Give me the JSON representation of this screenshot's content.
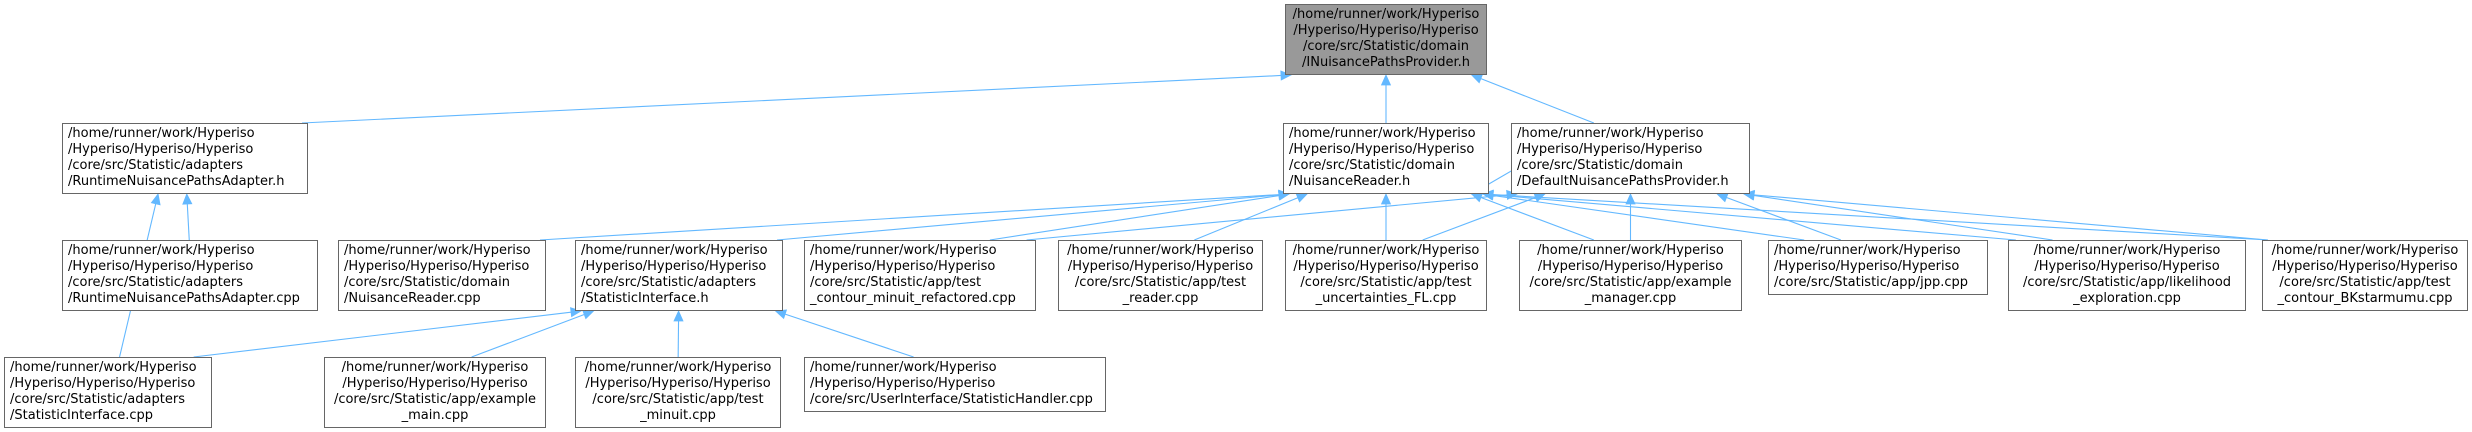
{
  "edge_color": "#63b8ff",
  "root_fill": "#999999",
  "node_border": "#666666",
  "nodes": {
    "inuisance_provider_h": [
      "/home/runner/work/Hyperiso",
      "/Hyperiso/Hyperiso/Hyperiso",
      "/core/src/Statistic/domain",
      "/INuisancePathsProvider.h"
    ],
    "runtime_adapter_h": [
      "/home/runner/work/Hyperiso",
      "/Hyperiso/Hyperiso/Hyperiso",
      "/core/src/Statistic/adapters",
      "/RuntimeNuisancePathsAdapter.h"
    ],
    "nuisance_reader_h": [
      "/home/runner/work/Hyperiso",
      "/Hyperiso/Hyperiso/Hyperiso",
      "/core/src/Statistic/domain",
      "/NuisanceReader.h"
    ],
    "default_provider_h": [
      "/home/runner/work/Hyperiso",
      "/Hyperiso/Hyperiso/Hyperiso",
      "/core/src/Statistic/domain",
      "/DefaultNuisancePathsProvider.h"
    ],
    "runtime_adapter_cpp": [
      "/home/runner/work/Hyperiso",
      "/Hyperiso/Hyperiso/Hyperiso",
      "/core/src/Statistic/adapters",
      "/RuntimeNuisancePathsAdapter.cpp"
    ],
    "nuisance_reader_cpp": [
      "/home/runner/work/Hyperiso",
      "/Hyperiso/Hyperiso/Hyperiso",
      "/core/src/Statistic/domain",
      "/NuisanceReader.cpp"
    ],
    "statistic_interface_h": [
      "/home/runner/work/Hyperiso",
      "/Hyperiso/Hyperiso/Hyperiso",
      "/core/src/Statistic/adapters",
      "/StatisticInterface.h"
    ],
    "test_contour_minuit_refactored_cpp": [
      "/home/runner/work/Hyperiso",
      "/Hyperiso/Hyperiso/Hyperiso",
      "/core/src/Statistic/app/test",
      "_contour_minuit_refactored.cpp"
    ],
    "test_reader_cpp": [
      "/home/runner/work/Hyperiso",
      "/Hyperiso/Hyperiso/Hyperiso",
      "/core/src/Statistic/app/test",
      "_reader.cpp"
    ],
    "test_uncertainties_fl_cpp": [
      "/home/runner/work/Hyperiso",
      "/Hyperiso/Hyperiso/Hyperiso",
      "/core/src/Statistic/app/test",
      "_uncertainties_FL.cpp"
    ],
    "example_manager_cpp": [
      "/home/runner/work/Hyperiso",
      "/Hyperiso/Hyperiso/Hyperiso",
      "/core/src/Statistic/app/example",
      "_manager.cpp"
    ],
    "jpp_cpp": [
      "/home/runner/work/Hyperiso",
      "/Hyperiso/Hyperiso/Hyperiso",
      "/core/src/Statistic/app/jpp.cpp"
    ],
    "likelihood_exploration_cpp": [
      "/home/runner/work/Hyperiso",
      "/Hyperiso/Hyperiso/Hyperiso",
      "/core/src/Statistic/app/likelihood",
      "_exploration.cpp"
    ],
    "test_contour_bkstarmumu_cpp": [
      "/home/runner/work/Hyperiso",
      "/Hyperiso/Hyperiso/Hyperiso",
      "/core/src/Statistic/app/test",
      "_contour_BKstarmumu.cpp"
    ],
    "statistic_interface_cpp": [
      "/home/runner/work/Hyperiso",
      "/Hyperiso/Hyperiso/Hyperiso",
      "/core/src/Statistic/adapters",
      "/StatisticInterface.cpp"
    ],
    "example_main_cpp": [
      "/home/runner/work/Hyperiso",
      "/Hyperiso/Hyperiso/Hyperiso",
      "/core/src/Statistic/app/example",
      "_main.cpp"
    ],
    "test_minuit_cpp": [
      "/home/runner/work/Hyperiso",
      "/Hyperiso/Hyperiso/Hyperiso",
      "/core/src/Statistic/app/test",
      "_minuit.cpp"
    ],
    "statistic_handler_cpp": [
      "/home/runner/work/Hyperiso",
      "/Hyperiso/Hyperiso/Hyperiso",
      "/core/src/UserInterface/StatisticHandler.cpp"
    ]
  },
  "edges": [
    [
      "runtime_adapter_h",
      "inuisance_provider_h"
    ],
    [
      "nuisance_reader_h",
      "inuisance_provider_h"
    ],
    [
      "default_provider_h",
      "inuisance_provider_h"
    ],
    [
      "runtime_adapter_cpp",
      "runtime_adapter_h"
    ],
    [
      "statistic_interface_cpp",
      "runtime_adapter_h"
    ],
    [
      "default_provider_h",
      "nuisance_reader_h"
    ],
    [
      "nuisance_reader_cpp",
      "nuisance_reader_h"
    ],
    [
      "statistic_interface_h",
      "nuisance_reader_h"
    ],
    [
      "test_contour_minuit_refactored_cpp",
      "nuisance_reader_h"
    ],
    [
      "test_reader_cpp",
      "nuisance_reader_h"
    ],
    [
      "test_uncertainties_fl_cpp",
      "nuisance_reader_h"
    ],
    [
      "example_manager_cpp",
      "nuisance_reader_h"
    ],
    [
      "jpp_cpp",
      "nuisance_reader_h"
    ],
    [
      "likelihood_exploration_cpp",
      "nuisance_reader_h"
    ],
    [
      "test_contour_bkstarmumu_cpp",
      "nuisance_reader_h"
    ],
    [
      "test_contour_minuit_refactored_cpp",
      "default_provider_h"
    ],
    [
      "test_uncertainties_fl_cpp",
      "default_provider_h"
    ],
    [
      "example_manager_cpp",
      "default_provider_h"
    ],
    [
      "jpp_cpp",
      "default_provider_h"
    ],
    [
      "likelihood_exploration_cpp",
      "default_provider_h"
    ],
    [
      "test_contour_bkstarmumu_cpp",
      "default_provider_h"
    ],
    [
      "statistic_interface_cpp",
      "statistic_interface_h"
    ],
    [
      "example_main_cpp",
      "statistic_interface_h"
    ],
    [
      "test_minuit_cpp",
      "statistic_interface_h"
    ],
    [
      "statistic_handler_cpp",
      "statistic_interface_h"
    ]
  ]
}
